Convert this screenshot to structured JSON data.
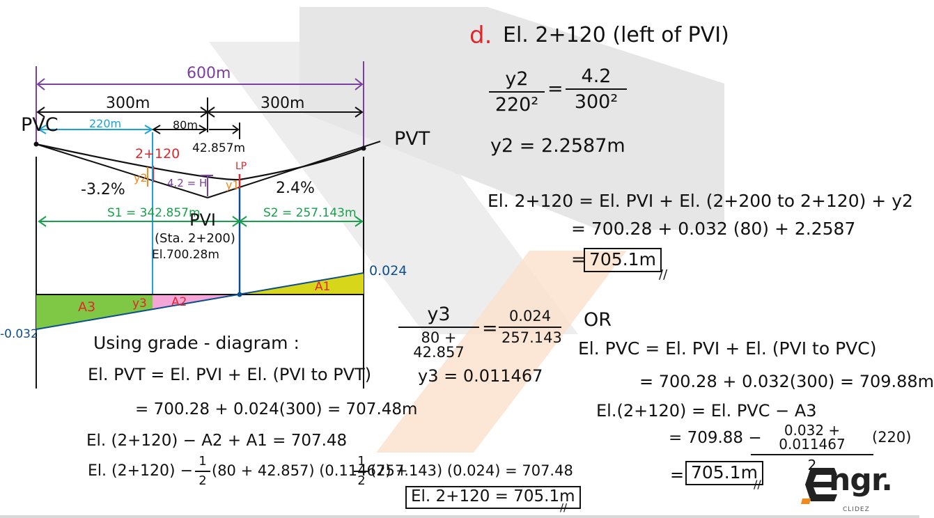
{
  "colors": {
    "purple": "#7b3fa0",
    "blue": "#1aa3d6",
    "green": "#16a04a",
    "red": "#e0262b",
    "orange": "#f08a1c",
    "navy": "#0c4f8c",
    "ink": "#111111",
    "area_green": "#7ec846",
    "area_pink": "#f6a6d6",
    "area_yellow": "#d8d61a",
    "watermark_gray": "#e2e2e2",
    "watermark_orange": "#fbe1cc"
  },
  "diagram": {
    "total_length": "600m",
    "left_half": "300m",
    "right_half": "300m",
    "pvc": "PVC",
    "pvt": "PVT",
    "dist_220": "220m",
    "dist_80": "80m",
    "dist_42": "42.857m",
    "station_label": "2+120",
    "lp": "LP",
    "y2": "y2",
    "y1": "y1",
    "h_label": "4.2 = H",
    "grade_left": "-3.2%",
    "grade_right": "2.4%",
    "s1": "S1 = 342.857m",
    "s2": "S2 = 257.143m",
    "pvi": "PVI",
    "pvi_sta": "(Sta. 2+200)",
    "pvi_el": "El.700.28m",
    "grade_top": "0.024",
    "grade_bottom": "-0.032",
    "a1": "A1",
    "a2": "A2",
    "a3": "A3",
    "y3": "y3"
  },
  "part_d": {
    "letter": "d.",
    "heading": "El. 2+120 (left of PVI)",
    "ratio_left_num": "y2",
    "ratio_left_den": "220²",
    "eq": "=",
    "ratio_right_num": "4.2",
    "ratio_right_den": "300²",
    "y2_result": "y2 = 2.2587m",
    "line1": "El. 2+120 = El. PVI + El. (2+200 to 2+120) + y2",
    "line2": "= 700.28 + 0.032 (80) + 2.2587",
    "line3_eq": "=",
    "line3_box": "705.1m",
    "tick": "//"
  },
  "y3_calc": {
    "num_left": "y3",
    "den_left": "80 + 42.857",
    "eq": "=",
    "num_right": "0.024",
    "den_right": "257.143",
    "result": "y3 = 0.011467"
  },
  "alt": {
    "or": "OR",
    "line1": "El. PVC = El. PVI + El. (PVI to PVC)",
    "line2": "= 700.28 + 0.032(300) = 709.88m",
    "line3": "El.(2+120) = El. PVC − A3",
    "line4_pre": "= 709.88 −",
    "line4_num": "0.032 + 0.011467",
    "line4_den": "2",
    "line4_post": "(220)",
    "line5_eq": "=",
    "line5_box": "705.1m",
    "tick": "//"
  },
  "grade_method": {
    "title": "Using grade - diagram :",
    "line1": "El. PVT = El. PVI + El. (PVI to PVT)",
    "line2": "= 700.28 + 0.024(300) = 707.48m",
    "line3": "El. (2+120) − A2 + A1 = 707.48",
    "line4_pre": "El. (2+120) −",
    "half": "1",
    "two": "2",
    "line4_mid": "(80 + 42.857) (0.11467) +",
    "line4_post": "(257.143) (0.024) = 707.48",
    "final_box": "El. 2+120 = 705.1m",
    "tick": "//"
  },
  "logo": {
    "brand": "Engr.",
    "sub": "CLIDEZ"
  }
}
